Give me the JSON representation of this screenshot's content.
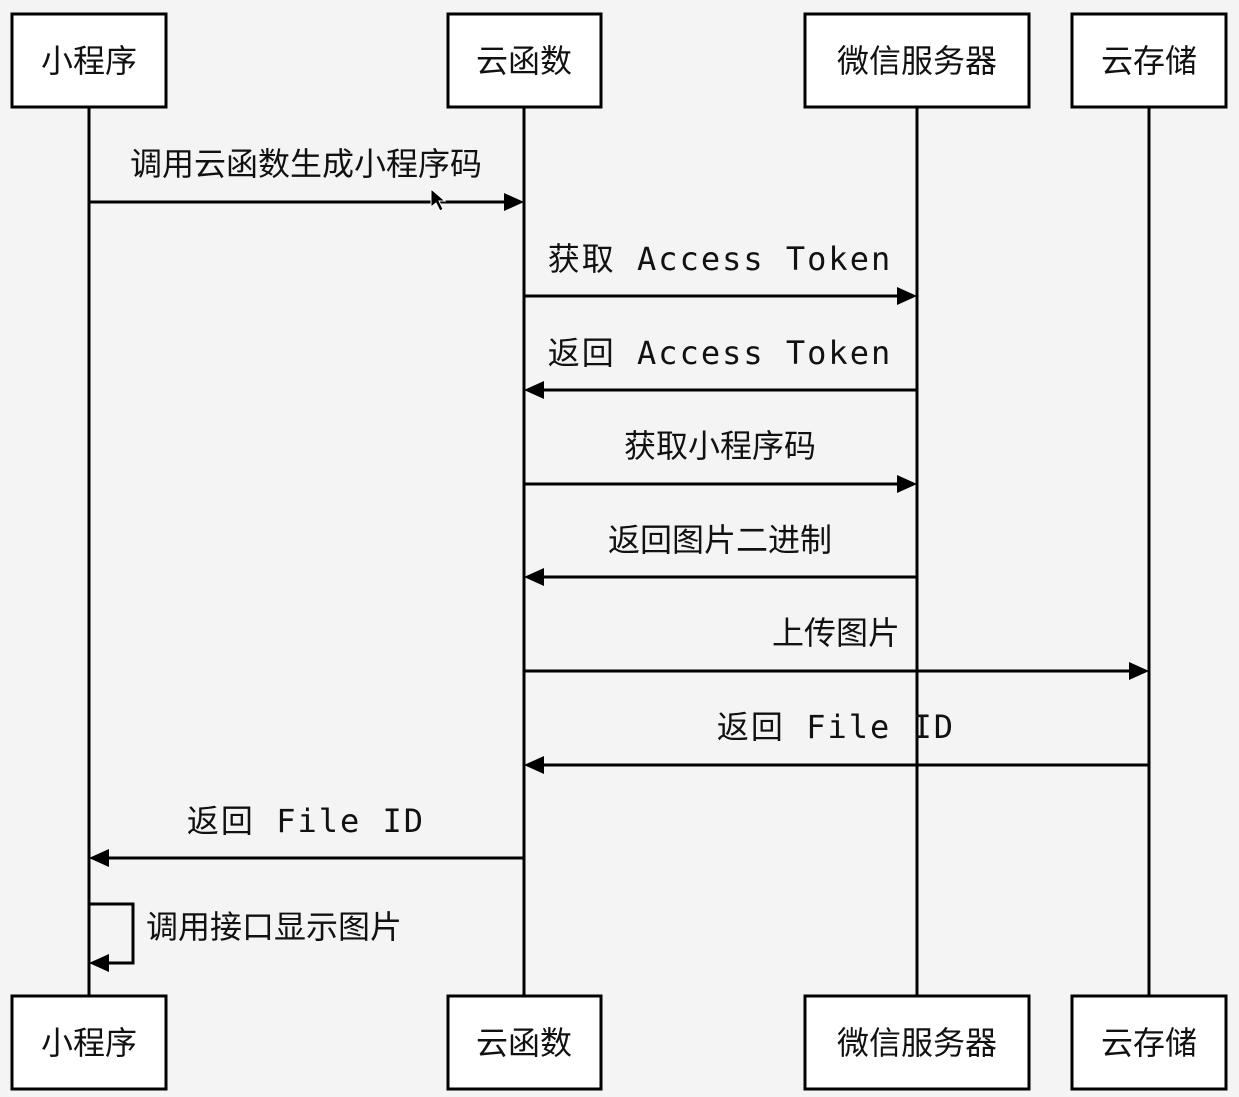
{
  "participants": [
    {
      "id": "miniprogram",
      "label": "小程序"
    },
    {
      "id": "cloudfn",
      "label": "云函数"
    },
    {
      "id": "wechat",
      "label": "微信服务器"
    },
    {
      "id": "storage",
      "label": "云存储"
    }
  ],
  "messages": [
    {
      "from": 0,
      "to": 1,
      "label": "调用云函数生成小程序码"
    },
    {
      "from": 1,
      "to": 2,
      "label": "获取 Access Token"
    },
    {
      "from": 2,
      "to": 1,
      "label": "返回 Access Token"
    },
    {
      "from": 1,
      "to": 2,
      "label": "获取小程序码"
    },
    {
      "from": 2,
      "to": 1,
      "label": "返回图片二进制"
    },
    {
      "from": 1,
      "to": 3,
      "label": "上传图片"
    },
    {
      "from": 3,
      "to": 1,
      "label": "返回 File ID"
    },
    {
      "from": 1,
      "to": 0,
      "label": "返回 File ID"
    },
    {
      "from": 0,
      "to": 0,
      "label": "调用接口显示图片"
    }
  ]
}
